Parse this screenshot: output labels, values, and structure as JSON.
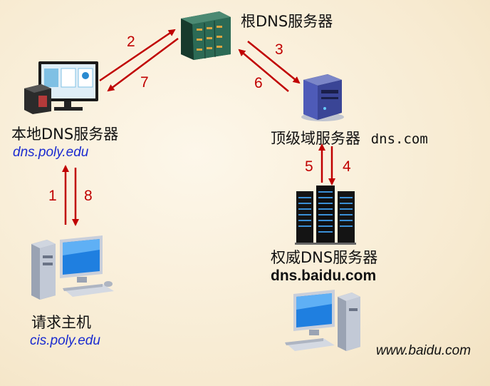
{
  "nodes": {
    "root": {
      "label": "根DNS服务器"
    },
    "local": {
      "label": "本地DNS服务器",
      "domain": "dns.poly.edu"
    },
    "tld": {
      "label": "顶级域服务器",
      "domain": "dns.com"
    },
    "auth": {
      "label": "权威DNS服务器",
      "domain": "dns.baidu.com"
    },
    "client": {
      "label": "请求主机",
      "domain": "cis.poly.edu"
    },
    "site": {
      "domain": "www.baidu.com"
    }
  },
  "steps": [
    "1",
    "2",
    "3",
    "4",
    "5",
    "6",
    "7",
    "8"
  ],
  "colors": {
    "arrow": "#c00000",
    "domain": "#1b2bd0"
  }
}
